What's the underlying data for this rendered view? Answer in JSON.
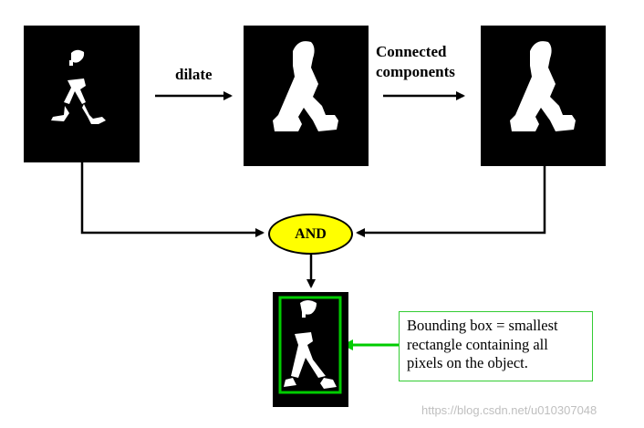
{
  "steps": {
    "dilate_label": "dilate",
    "connected_label_line1": "Connected",
    "connected_label_line2": "components"
  },
  "and_node": {
    "label": "AND"
  },
  "bounding_box_note": {
    "line1": "Bounding box = smallest",
    "line2": "rectangle containing all",
    "line3": "pixels on the object."
  },
  "watermark": "https://blog.csdn.net/u010307048",
  "colors": {
    "panel_background": "#000000",
    "silhouette": "#ffffff",
    "and_fill": "#ffff00",
    "bounding_box": "#00cc00",
    "arrow": "#000000"
  }
}
